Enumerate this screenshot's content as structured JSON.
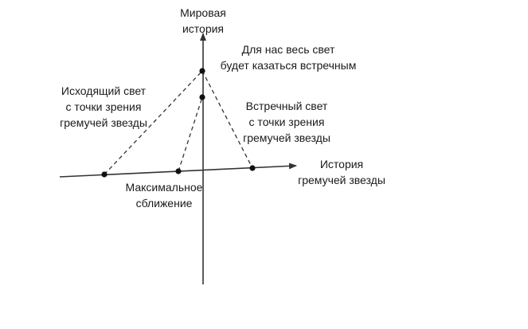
{
  "labels": {
    "world_history": [
      "Мировая",
      "история"
    ],
    "all_light_oncoming": [
      "Для нас весь свет",
      "будет казаться встречным"
    ],
    "outgoing_light": [
      "Исходящий свет",
      "с точки зрения",
      "гремучей звезды"
    ],
    "oncoming_light": [
      "Встречный свет",
      "с точки зрения",
      "гремучей звезды"
    ],
    "star_history": [
      "История",
      "гремучей звезды"
    ],
    "max_approach": [
      "Максимальное",
      "сближение"
    ]
  },
  "colors": {
    "stroke": "#333333",
    "text": "#1a1a1a",
    "background": "#ffffff"
  }
}
